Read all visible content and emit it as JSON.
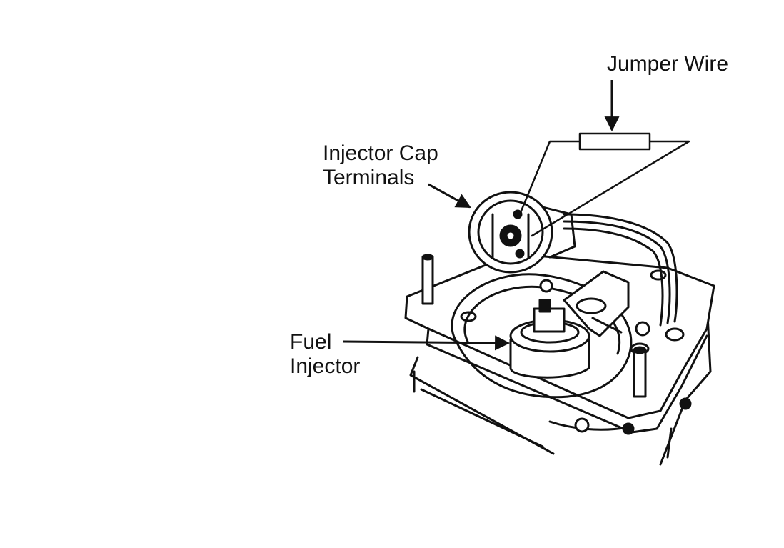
{
  "labels": {
    "jumper_wire": "Jumper Wire",
    "injector_cap_line1": "Injector Cap",
    "injector_cap_line2": "Terminals",
    "fuel_line1": "Fuel",
    "fuel_line2": "Injector"
  },
  "colors": {
    "ink": "#111111",
    "paper": "#ffffff"
  }
}
